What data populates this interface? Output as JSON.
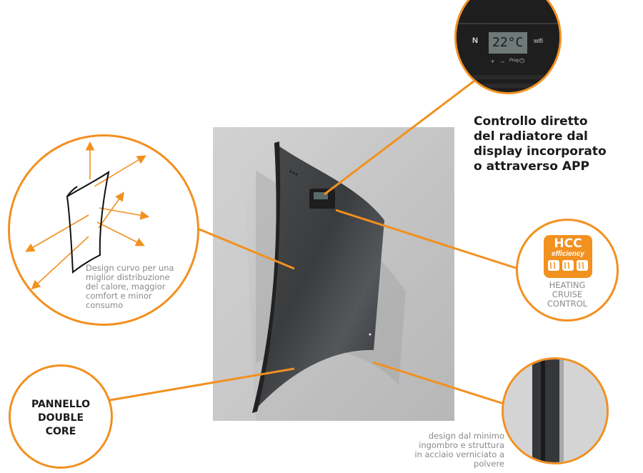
{
  "display": {
    "temperature": "22°C",
    "brand": "N",
    "wifi": "wifi",
    "buttons": [
      "+",
      "–",
      "Prog",
      "⏻"
    ]
  },
  "control_text": [
    "Controllo diretto",
    "del radiatore dal",
    "display incorporato",
    "o attraverso APP"
  ],
  "design_text": [
    "Design curvo per una",
    "miglior distribuzione",
    "del calore, maggior",
    "comfort e minor",
    "consumo"
  ],
  "hcc": {
    "badge_top": "HCC",
    "badge_bottom": "efficiency",
    "caption": [
      "HEATING",
      "CRUISE",
      "CONTROL"
    ]
  },
  "panel_text": [
    "PANNELLO",
    "DOUBLE",
    "CORE"
  ],
  "structure_text": [
    "design dal minimo",
    "ingombro e struttura",
    "in acciaio verniciato a",
    "polvere"
  ],
  "colors": {
    "accent": "#f29020",
    "slate": "#3e4042",
    "wall": "#bdbdbd"
  }
}
